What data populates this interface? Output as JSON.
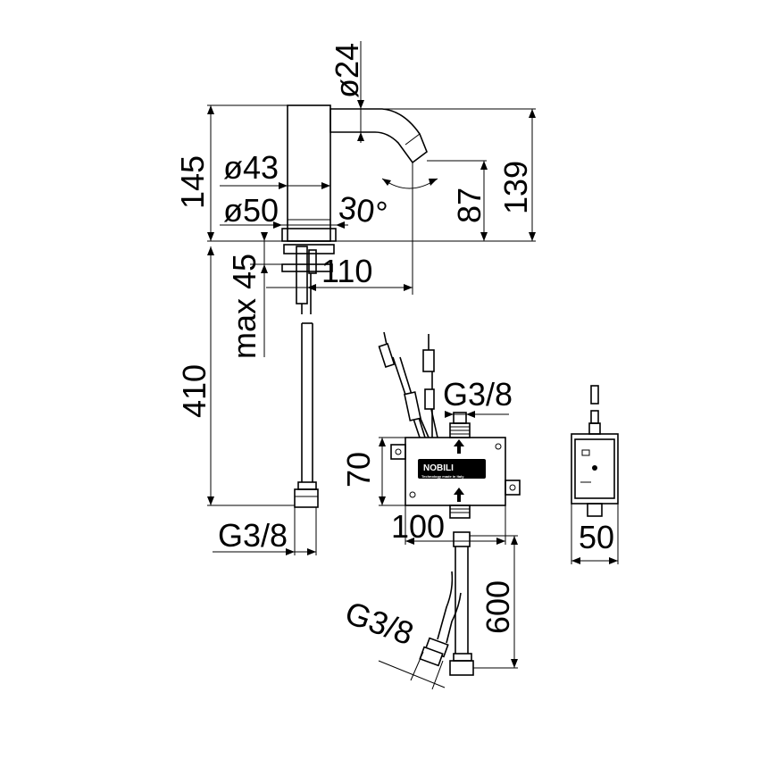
{
  "dimensions": {
    "d_spout": "ø24",
    "d_body": "ø43",
    "d_base": "ø50",
    "height_total": "145",
    "height_spout": "139",
    "height_outlet": "87",
    "angle": "30°",
    "reach": "110",
    "deck_thickness": "max 45",
    "hose_length": "410",
    "thread_tap": "G3/8",
    "thread_box": "G3/8",
    "thread_hose": "G3/8",
    "box_height": "70",
    "box_width": "100",
    "supply_hose_length": "600",
    "box_depth": "50"
  },
  "logo": {
    "brand": "NOBILI",
    "tagline": "Technology made in Italy"
  },
  "colors": {
    "line": "#000000",
    "background": "#ffffff"
  }
}
